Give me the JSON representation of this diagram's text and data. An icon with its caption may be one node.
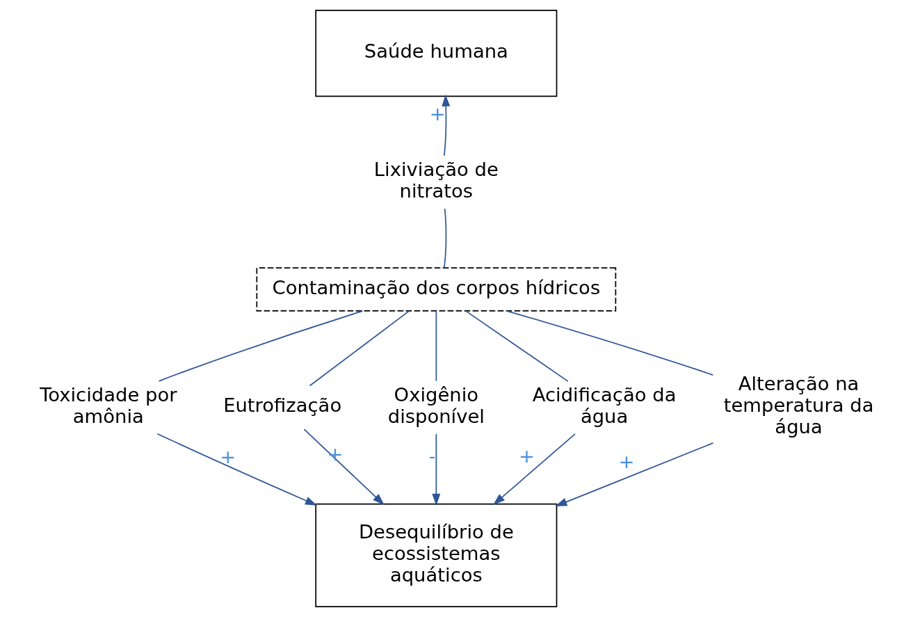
{
  "diagram": {
    "nodes": [
      {
        "text": [
          "Saúde humana"
        ]
      },
      {
        "text": [
          "Lixiviação de nitratos"
        ]
      },
      {
        "text": [
          "Contaminação dos corpos hídricos"
        ]
      },
      {
        "text": [
          "Toxicidade por amônia"
        ]
      },
      {
        "text": [
          "Eutrofização"
        ]
      },
      {
        "text": [
          "Oxigênio disponível"
        ]
      },
      {
        "text": [
          "Acidificação da água"
        ]
      },
      {
        "text": [
          "Alteração na temperatura da água"
        ]
      },
      {
        "text": [
          "Desequilíbrio de ecossistemas aquáticos"
        ]
      }
    ],
    "edges": [
      {
        "from": 1,
        "to": 0,
        "arrow": "to",
        "label": "+"
      },
      {
        "from": 2,
        "to": 1,
        "arrow": "none"
      },
      {
        "from": 2,
        "to": 3,
        "arrow": "none"
      },
      {
        "from": 2,
        "to": 4,
        "arrow": "none"
      },
      {
        "from": 2,
        "to": 5,
        "arrow": "none"
      },
      {
        "from": 2,
        "to": 6,
        "arrow": "none"
      },
      {
        "from": 2,
        "to": 7,
        "arrow": "none"
      },
      {
        "from": 3,
        "to": 8,
        "arrow": "to",
        "label": "+"
      },
      {
        "from": 4,
        "to": 8,
        "arrow": "to",
        "label": "+"
      },
      {
        "from": 5,
        "to": 8,
        "arrow": "to",
        "label": "-"
      },
      {
        "from": 6,
        "to": 8,
        "arrow": "to",
        "label": "+"
      },
      {
        "from": 7,
        "to": 8,
        "arrow": "to",
        "label": "+"
      }
    ]
  }
}
